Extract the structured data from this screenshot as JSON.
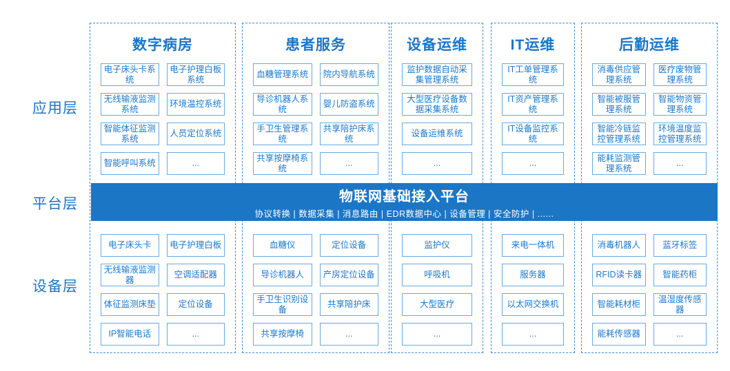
{
  "colors": {
    "accent": "#1b76c6",
    "column_dashed_border": "#3a8ad6",
    "box_border": "#66aade",
    "box_text": "#1879cc",
    "band_background": "#1b76c6",
    "band_text": "#ffffff"
  },
  "layer_labels": {
    "application": "应用层",
    "platform": "平台层",
    "device": "设备层"
  },
  "platform_band": {
    "title": "物联网基础接入平台",
    "subtitle": "协议转换 | 数据采集 | 消息路由 | EDR数据中心 | 设备管理 | 安全防护 | ......"
  },
  "columns": [
    {
      "title": "数字病房",
      "apps": [
        "电子床头卡系统",
        "电子护理白板系统",
        "无线输液监测系统",
        "环境温控系统",
        "智能体征监测系统",
        "人员定位系统",
        "智能呼叫系统",
        "..."
      ],
      "devices": [
        "电子床头卡",
        "电子护理白板",
        "无线输液监测器",
        "空调适配器",
        "体征监测床垫",
        "定位设备",
        "IP智能电话",
        "..."
      ]
    },
    {
      "title": "患者服务",
      "apps": [
        "血糖管理系统",
        "院内导航系统",
        "导诊机器人系统",
        "婴儿防盗系统",
        "手卫生管理系统",
        "共享陪护床系统",
        "共享按摩椅系统",
        "..."
      ],
      "devices": [
        "血糖仪",
        "定位设备",
        "导诊机器人",
        "产房定位设备",
        "手卫生识别设备",
        "共享陪护床",
        "共享按摩椅",
        "..."
      ]
    },
    {
      "title": "设备运维",
      "apps": [
        "监护数据自动采集管理系统",
        "大型医疗设备数据采集系统",
        "设备运维系统",
        "..."
      ],
      "devices": [
        "监护仪",
        "呼吸机",
        "大型医疗",
        "..."
      ]
    },
    {
      "title": "IT运维",
      "apps": [
        "IT工单管理系统",
        "IT资产管理系统",
        "IT设备监控系统",
        "..."
      ],
      "devices": [
        "来电一体机",
        "服务器",
        "以太网交换机",
        "..."
      ]
    },
    {
      "title": "后勤运维",
      "apps": [
        "消毒供应管理系统",
        "医疗废物管理系统",
        "智能被服管理系统",
        "智能物资管理系统",
        "智能冷链监控管理系统",
        "环境温度监控管理系统",
        "能耗监测管理系统",
        "..."
      ],
      "devices": [
        "消毒机器人",
        "蓝牙标签",
        "RFID读卡器",
        "智能药柜",
        "智能耗材柜",
        "温湿度传感器",
        "能耗传感器",
        "..."
      ]
    }
  ]
}
